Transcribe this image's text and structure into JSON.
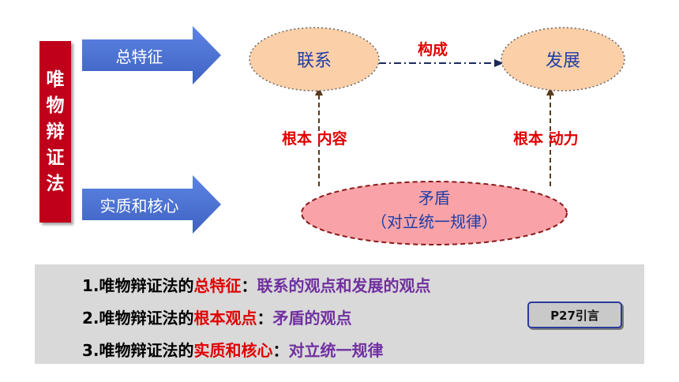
{
  "banner": {
    "label": "唯物辩证法"
  },
  "arrows": {
    "top": "总特征",
    "bottom": "实质和核心"
  },
  "nodes": {
    "link": "联系",
    "develop": "发展",
    "contradiction_line1": "矛盾",
    "contradiction_line2": "（对立统一规律）"
  },
  "edge_labels": {
    "compose": "构成",
    "root_content": "根本 内容",
    "root_power": "根本 动力"
  },
  "summary": {
    "line1": {
      "prefix": "1.唯物辩证法的",
      "highlight": "总特征",
      "sep": "：",
      "detail": "联系的观点和发展的观点"
    },
    "line2": {
      "prefix": "2.唯物辩证法的",
      "highlight": "根本观点",
      "sep": "：",
      "detail": "矛盾的观点"
    },
    "line3": {
      "prefix": "3.唯物辩证法的",
      "highlight": "实质和核心",
      "sep": "：",
      "detail": "对立统一规律"
    }
  },
  "reference_button": {
    "label": "P27引言"
  },
  "colors": {
    "banner": "#c0001b",
    "arrow": "#4a6fd0",
    "node_fill": "#fbcfa8",
    "contradiction_fill": "#f9a3a8",
    "label_red": "#e00000",
    "text_blue": "#1f3ea8",
    "detail_purple": "#7030a0",
    "summary_bg": "#d9d9d9"
  }
}
